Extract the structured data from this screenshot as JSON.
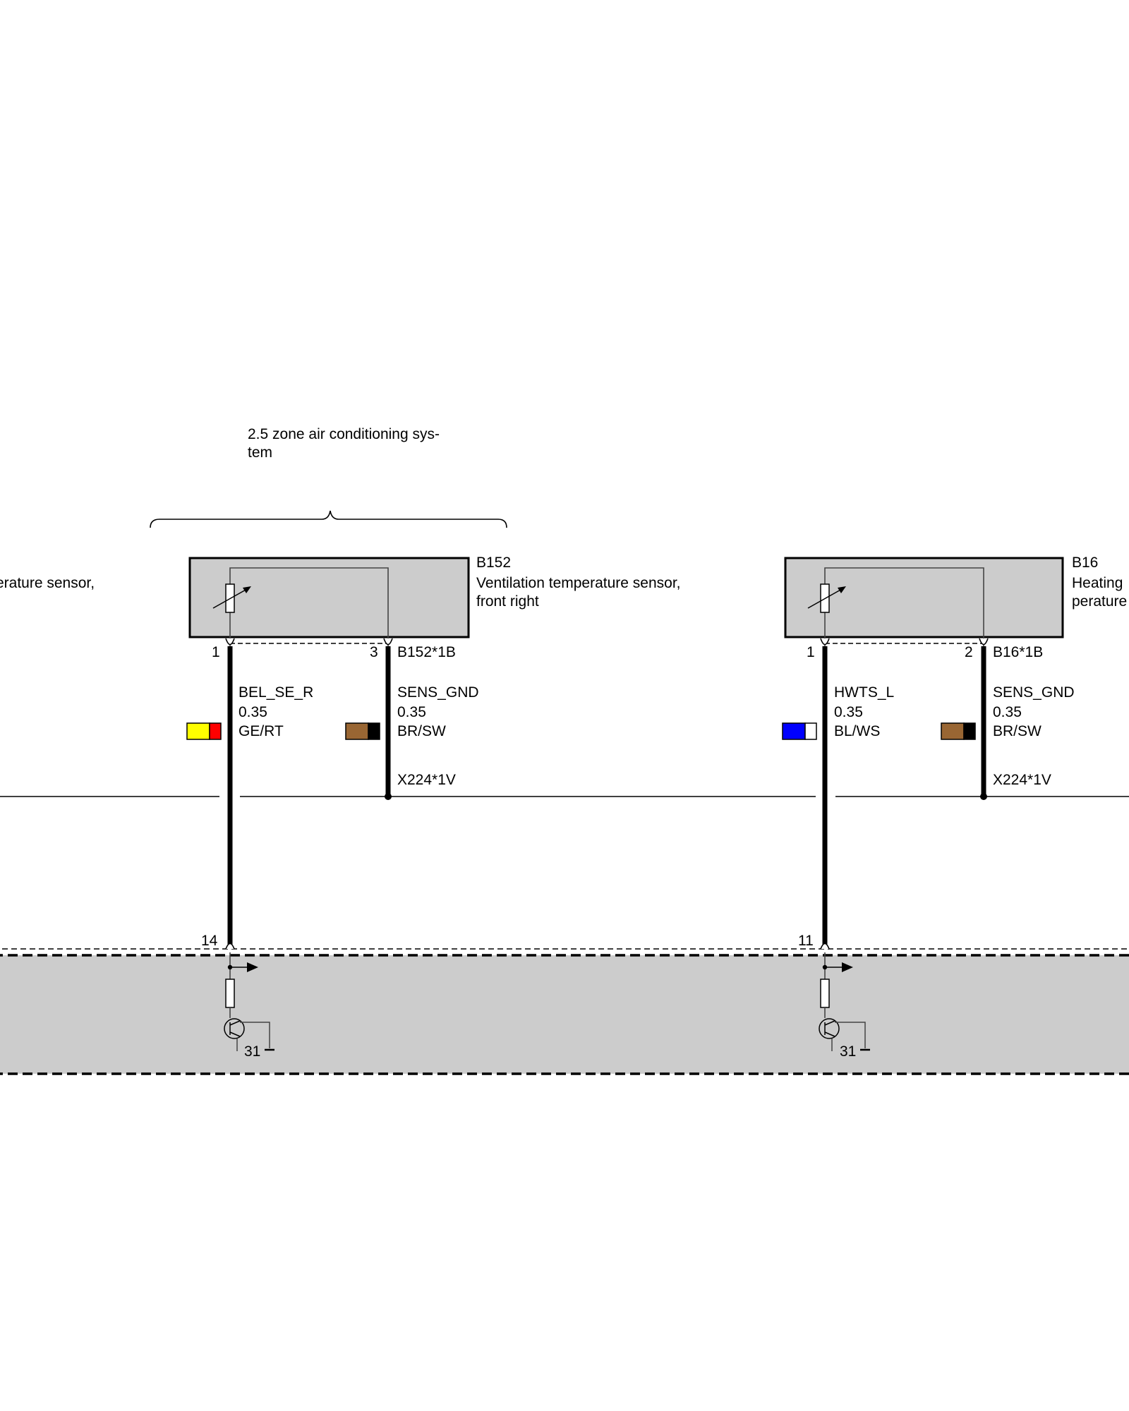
{
  "colors": {
    "module_fill": "#cccccc",
    "yellow": "#ffff00",
    "red": "#ff0000",
    "brown": "#996633",
    "black": "#000000",
    "blue": "#0000ff",
    "white": "#ffffff"
  },
  "group": {
    "title_line1": "2.5 zone air conditioning sys-",
    "title_line2": "tem"
  },
  "left_cut": {
    "text": "erature sensor,"
  },
  "b152": {
    "id": "B152",
    "desc_line1": "Ventilation temperature sensor,",
    "desc_line2": "front right",
    "connector": "B152*1B",
    "pin_a": "1",
    "pin_b": "3",
    "wire_a": {
      "signal": "BEL_SE_R",
      "gauge": "0.35",
      "color": "GE/RT"
    },
    "wire_b": {
      "signal": "SENS_GND",
      "gauge": "0.35",
      "color": "BR/SW"
    },
    "splice": "X224*1V",
    "ecu_pin": "14",
    "ground": "31"
  },
  "b16": {
    "id": "B16",
    "desc_line1": "Heating",
    "desc_line2": "perature",
    "connector": "B16*1B",
    "pin_a": "1",
    "pin_b": "2",
    "wire_a": {
      "signal": "HWTS_L",
      "gauge": "0.35",
      "color": "BL/WS"
    },
    "wire_b": {
      "signal": "SENS_GND",
      "gauge": "0.35",
      "color": "BR/SW"
    },
    "splice": "X224*1V",
    "ecu_pin": "11",
    "ground": "31"
  }
}
